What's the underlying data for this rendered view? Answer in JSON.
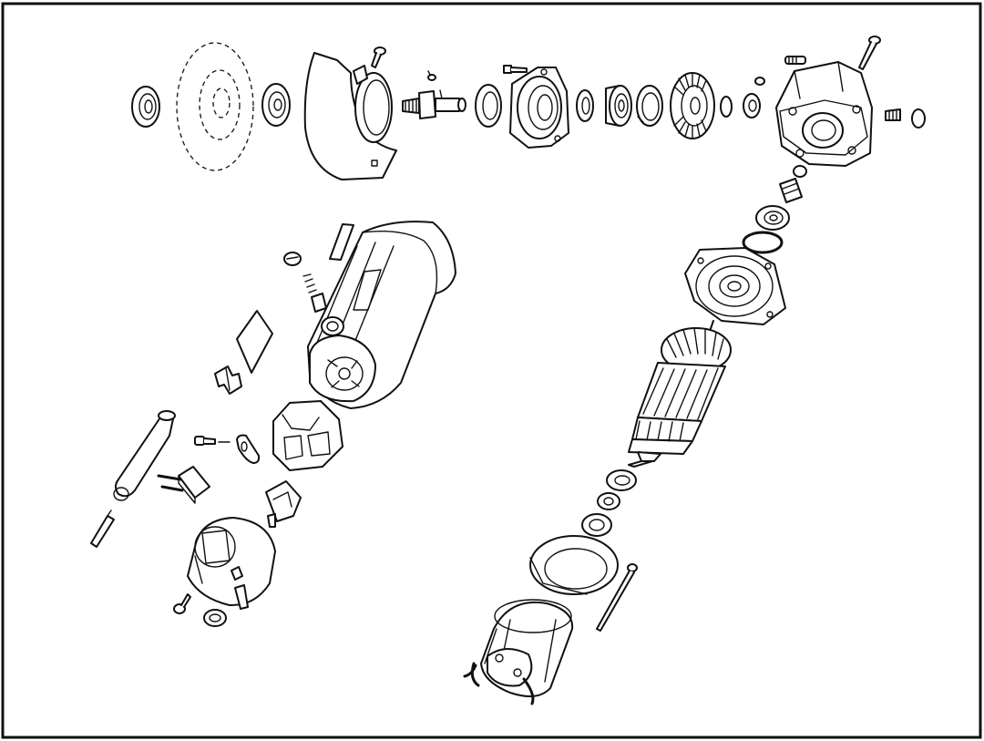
{
  "diagram": {
    "colors": {
      "line": "#111111",
      "background": "#ffffff",
      "frame": "#111111"
    },
    "parts": [
      "flange-nut",
      "grinding-disc",
      "inner-flange",
      "wheel-guard",
      "spindle",
      "gear-housing-seal",
      "bearing-plate",
      "spindle-bearing",
      "bevel-gear",
      "gear-housing",
      "armature",
      "motor-housing",
      "field-stator",
      "switch",
      "power-cord",
      "end-cap"
    ]
  }
}
